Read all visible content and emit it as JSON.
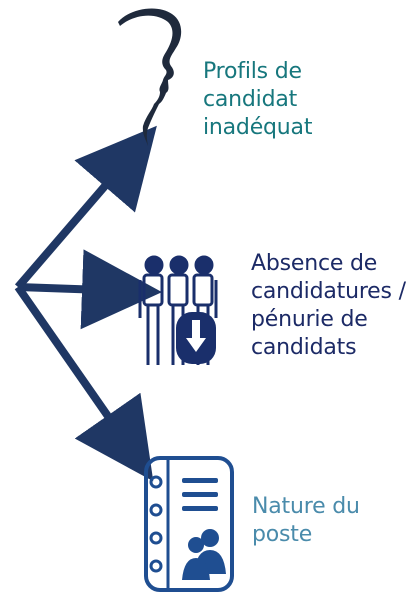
{
  "colors": {
    "arrow": "#1f3764",
    "profile_silhouette": "#1f2a3c",
    "people_icon": "#1a2f6b",
    "notebook_icon": "#1f4e91",
    "label_teal": "#17777d",
    "label_navy": "#1c2a66",
    "label_steel": "#4a8bab"
  },
  "items": [
    {
      "icon": "head-profile-silhouette-icon",
      "lines": [
        "Profils de",
        "candidat",
        "inadéquat"
      ]
    },
    {
      "icon": "people-group-down-arrow-icon",
      "lines": [
        "Absence de",
        "candidatures /",
        "pénurie de",
        "candidats"
      ]
    },
    {
      "icon": "address-book-icon",
      "lines": [
        "Nature du",
        "poste"
      ]
    }
  ]
}
